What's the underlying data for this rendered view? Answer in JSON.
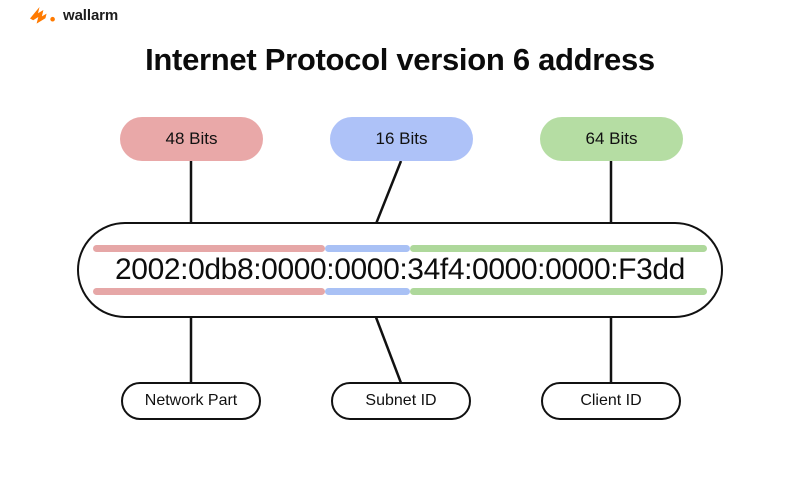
{
  "brand": {
    "name": "wallarm",
    "logo_icon": "wallarm-lightning-logo",
    "logo_color": "#ff7a00"
  },
  "header": {
    "title": "Internet Protocol version 6 address"
  },
  "diagram": {
    "type": "ipv6-address-structure",
    "address": "2002:0db8:0000:0000:34f4:0000:0000:F3dd",
    "bit_groups": [
      {
        "label": "48 Bits",
        "color": "#e9a8a8",
        "maps_to": "Network Part"
      },
      {
        "label": "16 Bits",
        "color": "#aec2f8",
        "maps_to": "Subnet ID"
      },
      {
        "label": "64 Bits",
        "color": "#b5dda3",
        "maps_to": "Client ID"
      }
    ],
    "parts": [
      {
        "label": "Network Part"
      },
      {
        "label": "Subnet ID"
      },
      {
        "label": "Client ID"
      }
    ],
    "segment_bars": [
      {
        "name": "network-bar",
        "color": "#e6a7a7"
      },
      {
        "name": "subnet-bar",
        "color": "#a9c1f5"
      },
      {
        "name": "client-bar",
        "color": "#aed89b"
      }
    ]
  }
}
